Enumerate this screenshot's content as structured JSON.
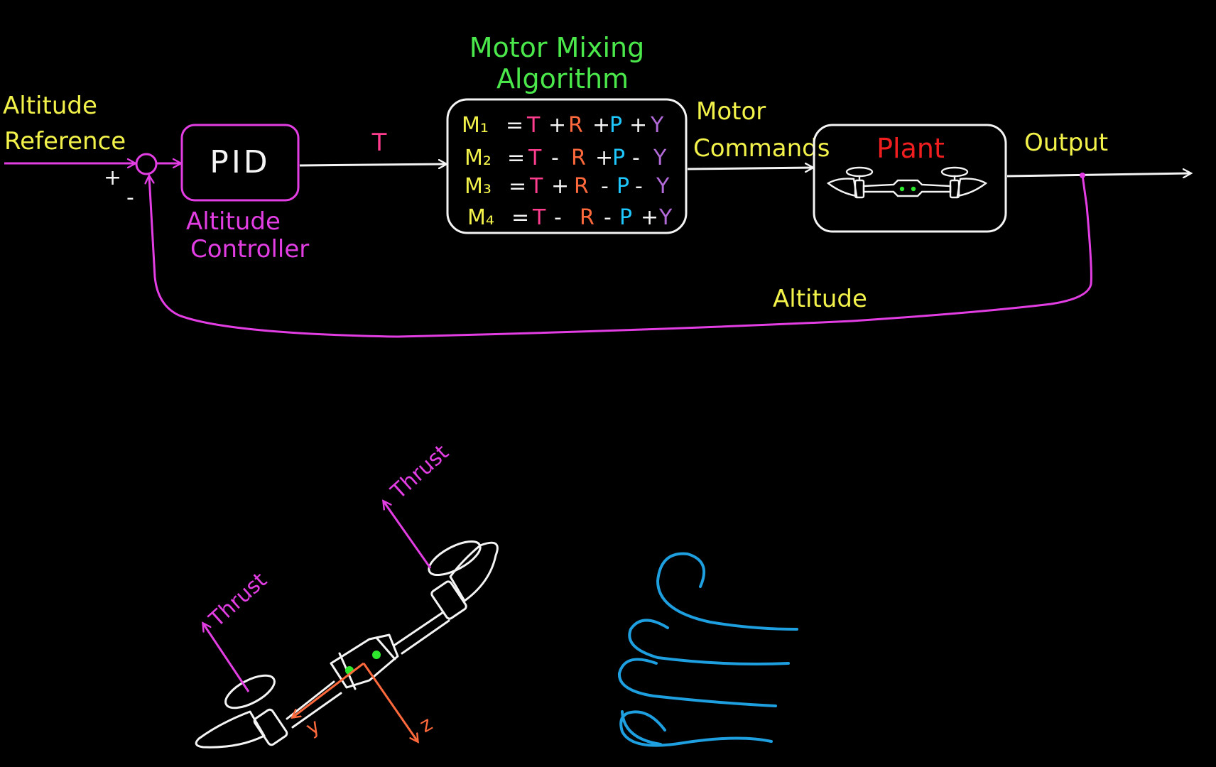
{
  "colors": {
    "signal": "#e33ee3",
    "label": "#f2f24a",
    "title": "#4be84b",
    "plant": "#f01e1e",
    "box": "#f4f4f4",
    "wind": "#1e9fe0",
    "axes": "#ff6a3c",
    "led": "#2de82d"
  },
  "labels": {
    "altitude_reference": [
      "Altitude",
      "Reference"
    ],
    "plus": "+",
    "minus": "-",
    "pid": "PID",
    "altitude_controller": [
      "Altitude",
      "Controller"
    ],
    "t_signal": "T",
    "mixing_title": [
      "Motor Mixing",
      "Algorithm"
    ],
    "motor_commands": [
      "Motor",
      "Commands"
    ],
    "plant": "Plant",
    "output": "Output",
    "altitude_feedback": "Altitude",
    "thrust_left": "Thrust",
    "thrust_right": "Thrust",
    "axis_y": "y",
    "axis_z": "z"
  },
  "mixing": {
    "rows": [
      {
        "m": "M₁",
        "eq": "=",
        "t": "T",
        "op1": "+",
        "r": "R",
        "op2": "+",
        "p": "P",
        "op3": "+",
        "y": "Y"
      },
      {
        "m": "M₂",
        "eq": "=",
        "t": "T",
        "op1": "-",
        "r": "R",
        "op2": "+",
        "p": "P",
        "op3": "-",
        "y": "Y"
      },
      {
        "m": "M₃",
        "eq": "=",
        "t": "T",
        "op1": "+",
        "r": "R",
        "op2": "-",
        "p": "P",
        "op3": "-",
        "y": "Y"
      },
      {
        "m": "M₄",
        "eq": "=",
        "t": "T",
        "op1": "-",
        "r": "R",
        "op2": "-",
        "p": "P",
        "op3": "+",
        "y": "Y"
      }
    ]
  }
}
